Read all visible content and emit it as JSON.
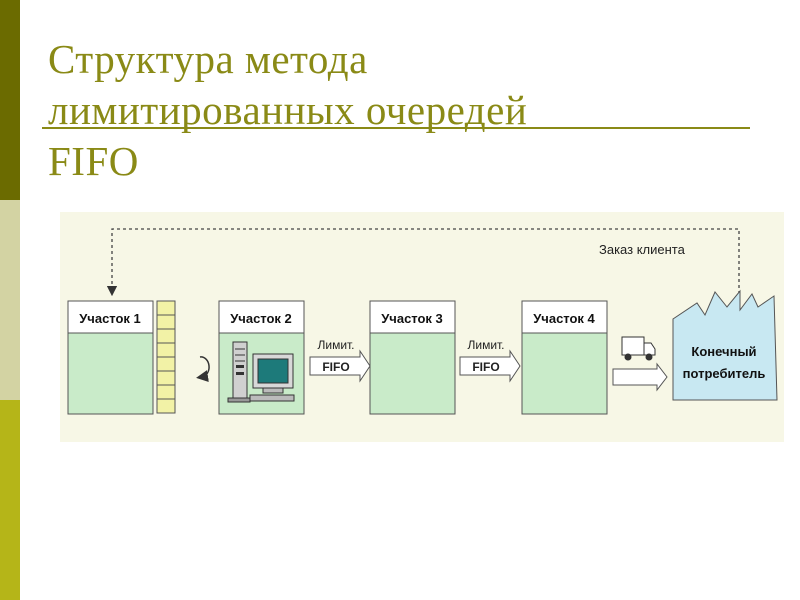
{
  "slide": {
    "title_lines": [
      "Структура метода",
      "лимитированных очередей",
      "FIFO"
    ]
  },
  "diagram": {
    "customer_order_label": "Заказ клиента",
    "sections": [
      {
        "label": "Участок 1"
      },
      {
        "label": "Участок 2"
      },
      {
        "label": "Участок 3"
      },
      {
        "label": "Участок 4"
      }
    ],
    "limit_arrows": [
      {
        "top": "Лимит.",
        "bottom": "FIFO"
      },
      {
        "top": "Лимит.",
        "bottom": "FIFO"
      }
    ],
    "consumer": {
      "line1": "Конечный",
      "line2": "потребитель"
    },
    "colors": {
      "title": "#8a8a16",
      "box_fill": "#c9ebc9",
      "label_fill": "#ffffff",
      "buffer_fill": "#f2f2a6",
      "factory_fill": "#c8e8f2",
      "background": "#f7f7e6"
    }
  }
}
